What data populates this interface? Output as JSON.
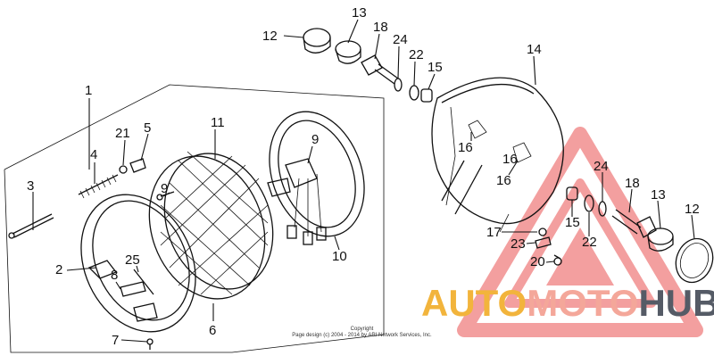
{
  "callouts": [
    "1",
    "2",
    "3",
    "4",
    "5",
    "6",
    "7",
    "8",
    "9",
    "9",
    "10",
    "11",
    "12",
    "13",
    "18",
    "24",
    "22",
    "15",
    "14",
    "16",
    "16",
    "17",
    "23",
    "20",
    "25",
    "21",
    "15",
    "22",
    "24",
    "18",
    "13",
    "12",
    "16"
  ],
  "copyright": {
    "line1": "Copyright",
    "line2": "Page design (c) 2004 - 2014 by ARI Network Services, Inc."
  },
  "brand": {
    "part1": "AUTO",
    "part2": "MOTO",
    "part3": "HUB",
    "colors": {
      "auto": "#f2b43c",
      "moto": "#f4a79a",
      "hub": "#555b66",
      "triangle": "#ef8c8c"
    }
  }
}
